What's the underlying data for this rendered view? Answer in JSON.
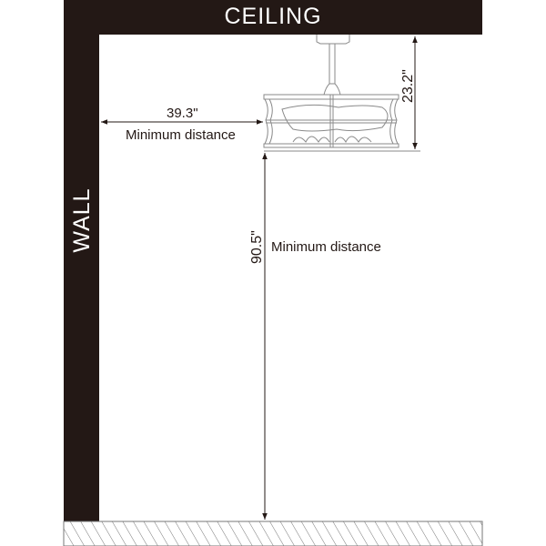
{
  "labels": {
    "ceiling": "CEILING",
    "wall": "WALL"
  },
  "dimensions": {
    "wall_distance": {
      "value": "39.3\"",
      "caption": "Minimum distance"
    },
    "fan_height": {
      "value": "23.2\""
    },
    "floor_distance": {
      "value": "90.5\"",
      "caption": "Minimum distance"
    }
  },
  "colors": {
    "structure": "#231815",
    "line": "#231815",
    "fan_line": "#8a8a8a",
    "background": "#ffffff"
  }
}
